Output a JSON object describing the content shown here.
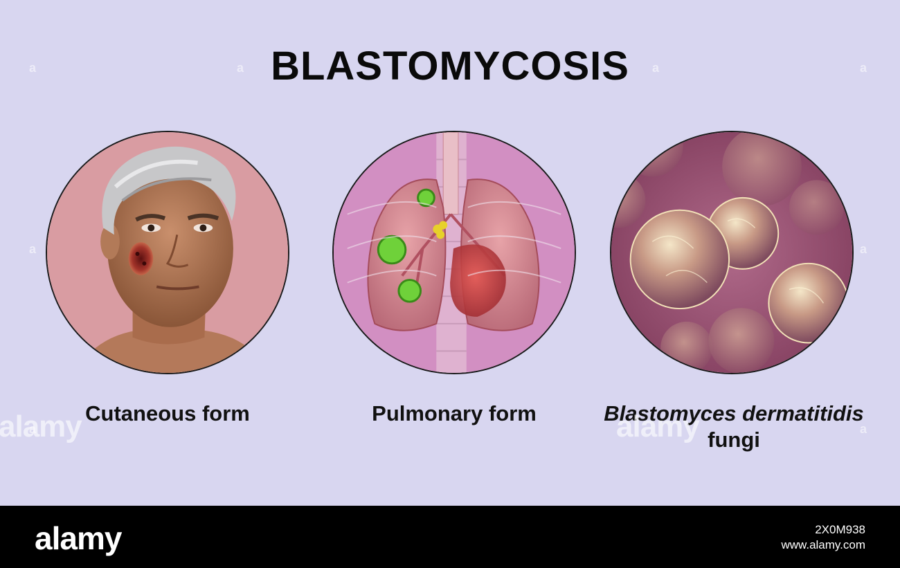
{
  "title": "BLASTOMYCOSIS",
  "panels": [
    {
      "caption": "Cutaneous form"
    },
    {
      "caption": "Pulmonary form"
    },
    {
      "caption_italic": "Blastomyces dermatitidis",
      "caption_tail": "fungi"
    }
  ],
  "watermark": "alamy",
  "footer": {
    "logo": "alamy",
    "image_id": "2X0M938",
    "site": "www.alamy.com"
  },
  "colors": {
    "background": "#d8d6f0",
    "panel1_bg": "#d99ca2",
    "panel2_bg": "#d28fc2",
    "panel3_bg": "#9a4a72",
    "footer": "#000000"
  }
}
